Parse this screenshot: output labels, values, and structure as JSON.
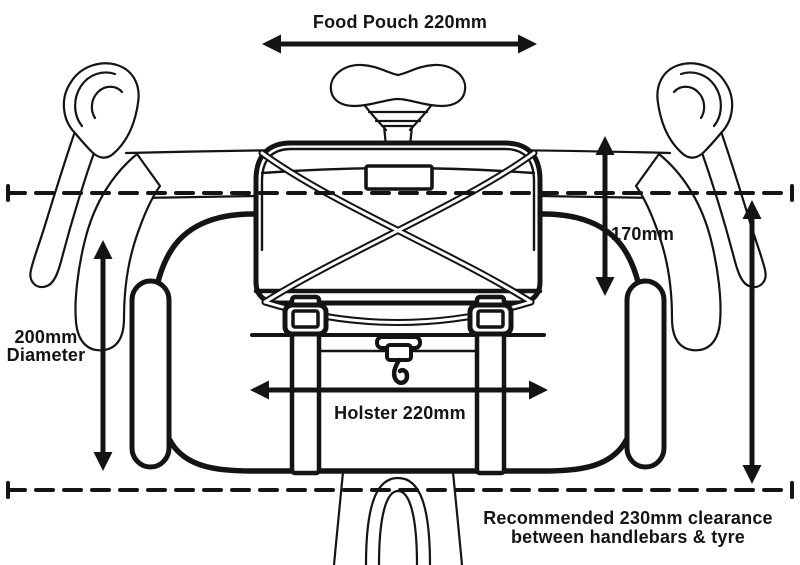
{
  "colors": {
    "ink": "#141414",
    "background": "#ffffff"
  },
  "measurements_mm": {
    "food_pouch_width": 220,
    "pouch_height": 170,
    "holster_diameter": 200,
    "holster_width": 220,
    "recommended_clearance": 230
  },
  "labels": {
    "food_pouch_width": "Food Pouch 220mm",
    "pouch_height": "170mm",
    "holster_diameter": {
      "line1": "200mm",
      "line2": "Diameter"
    },
    "holster_width": "Holster 220mm",
    "clearance": {
      "line1": "Recommended 230mm clearance",
      "line2": "between handlebars & tyre"
    }
  }
}
